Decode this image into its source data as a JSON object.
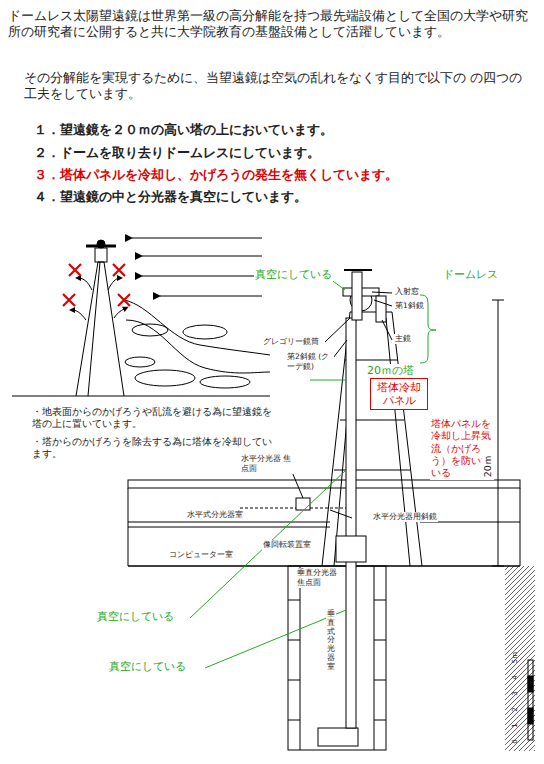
{
  "diagram": {
    "nodes": [
      {
        "text": [
          "塔体冷却パネル"
        ]
      }
    ],
    "labels": [
      "ドームレス太陽望遠鏡は世界第一級の高分解能を持つ最先端設備として全国の大学や研究所の研究者に公開すると共に大学院教育の基盤設備として活躍しています。",
      "その分解能を実現するために、当望遠鏡は空気の乱れをなくす目的で以下の の四つの工夫をしています。",
      "１．望遠鏡を２０ｍの高い塔の上においています。",
      "２．ドームを取り去りドームレスにしています。",
      "３．塔体パネルを冷却し、かげろうの発生を無くしています。",
      "４．望遠鏡の中と分光器を真空にしています。",
      "・地表面からのかげろうや乱流を避ける為に望遠鏡を塔の上に置いています。",
      "・塔からのかげろうを除去する為に塔体を冷却しています。",
      "真空にしている",
      "ドームレス",
      "入射窓",
      "第1斜鏡",
      "主鏡",
      "グレゴリー鏡筒",
      "第2斜鏡 (クーデ鏡)",
      "20ｍの塔",
      "塔体パネルを冷却し上昇気流（かげろう）を防いでいる",
      "20ｍ",
      "水平分光器 焦点面",
      "水平式分光器室",
      "水平分光器用斜鏡",
      "コンピューター室",
      "像回転装置室",
      "垂直分光器 焦点面",
      "垂直式分光器室",
      "真空にしている",
      "真空にしている",
      "0",
      "1",
      "2",
      "3",
      "4",
      "5m"
    ]
  }
}
